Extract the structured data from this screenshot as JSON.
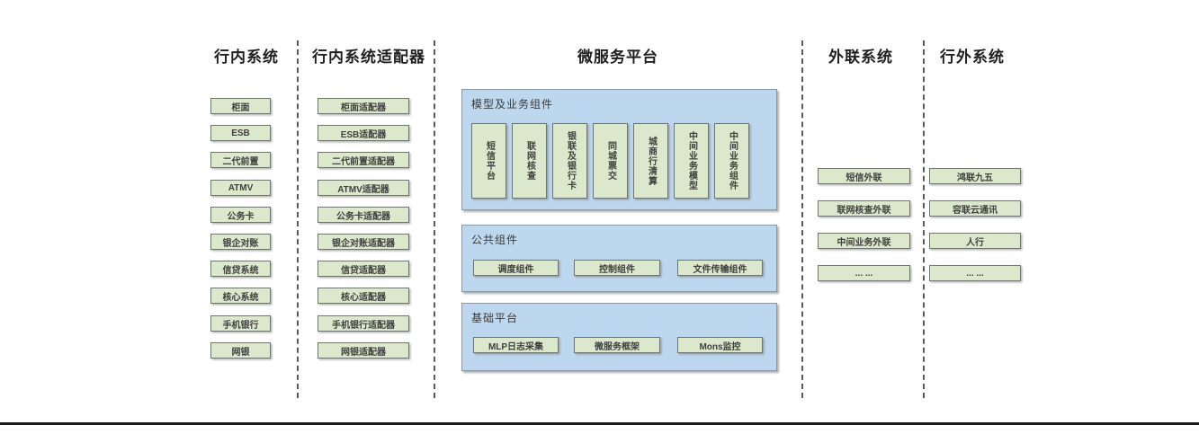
{
  "colors": {
    "box_fill": "#dce8cb",
    "box_border": "#6f756f",
    "panel_fill": "#bdd7ee",
    "panel_border": "#8599a9",
    "title_color": "#1f1f1f",
    "label_color": "#3f3f3f"
  },
  "columns": [
    {
      "id": "internal-systems",
      "title": "行内系统",
      "boxes": [
        "柜面",
        "ESB",
        "二代前置",
        "ATMV",
        "公务卡",
        "银企对账",
        "信贷系统",
        "核心系统",
        "手机银行",
        "网银"
      ]
    },
    {
      "id": "internal-system-adapters",
      "title": "行内系统适配器",
      "boxes": [
        "柜面适配器",
        "ESB适配器",
        "二代前置适配器",
        "ATMV适配器",
        "公务卡适配器",
        "银企对账适配器",
        "信贷适配器",
        "核心适配器",
        "手机银行适配器",
        "网银适配器"
      ]
    },
    {
      "id": "microservice-platform",
      "title": "微服务平台",
      "panels": [
        {
          "title": "模型及业务组件",
          "boxes": [
            "短信平台",
            "联网核查",
            "银联及银行卡",
            "同城票交",
            "城商行清算",
            "中间业务模型",
            "中间业务组件"
          ]
        },
        {
          "title": "公共组件",
          "boxes": [
            "调度组件",
            "控制组件",
            "文件传输组件"
          ]
        },
        {
          "title": "基础平台",
          "boxes": [
            "MLP日志采集",
            "微服务框架",
            "Mons监控"
          ]
        }
      ]
    },
    {
      "id": "external-link-systems",
      "title": "外联系统",
      "boxes": [
        "短信外联",
        "联网核查外联",
        "中间业务外联",
        "... ..."
      ]
    },
    {
      "id": "outside-bank-systems",
      "title": "行外系统",
      "boxes": [
        "鸿联九五",
        "容联云通讯",
        "人行",
        "... ..."
      ]
    }
  ]
}
